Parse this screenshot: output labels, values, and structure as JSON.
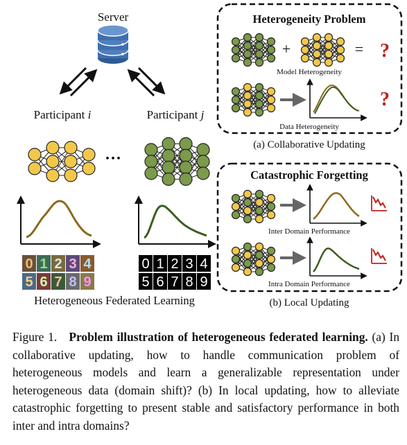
{
  "figure": {
    "server_label": "Server",
    "participant_i": {
      "prefix": "Participant ",
      "var": "i"
    },
    "participant_j": {
      "prefix": "Participant ",
      "var": "j"
    },
    "ellipsis": "···",
    "left_caption": "Heterogeneous Federated Learning",
    "digits_row1_i": [
      "0",
      "1",
      "2",
      "3",
      "4"
    ],
    "digits_row2_i": [
      "5",
      "6",
      "7",
      "8",
      "9"
    ],
    "digits_row1_j": [
      "0",
      "1",
      "2",
      "3",
      "4"
    ],
    "digits_row2_j": [
      "5",
      "6",
      "7",
      "8",
      "9"
    ],
    "top_box": {
      "title": "Heterogeneity Problem",
      "plus": "+",
      "equals": "=",
      "question": "?",
      "model_het": "Model Heterogeneity",
      "data_het": "Data Heterogeneity",
      "caption": "(a) Collaborative Updating"
    },
    "bottom_box": {
      "title": "Catastrophic Forgetting",
      "inter": "Inter Domain Performance",
      "intra": "Intra Domain Performance",
      "caption": "(b) Local Updating"
    },
    "colors": {
      "yellow_node": "#f2c84b",
      "green_node": "#7b9a4a",
      "curve_brown": "#8b6a1e",
      "curve_green": "#3d5e21",
      "server_blue": "#3f6fb0",
      "red": "#c0201f"
    }
  },
  "caption": {
    "label": "Figure 1.",
    "bold": "Problem illustration of heterogeneous federated learning.",
    "text": " (a) In collaborative updating, how to handle communication problem of heterogeneous models and learn a generalizable representation under heterogeneous data (domain shift)? (b) In local updating, how to alleviate catastrophic forgetting to present stable and satisfactory performance in both inter and intra domains?"
  }
}
